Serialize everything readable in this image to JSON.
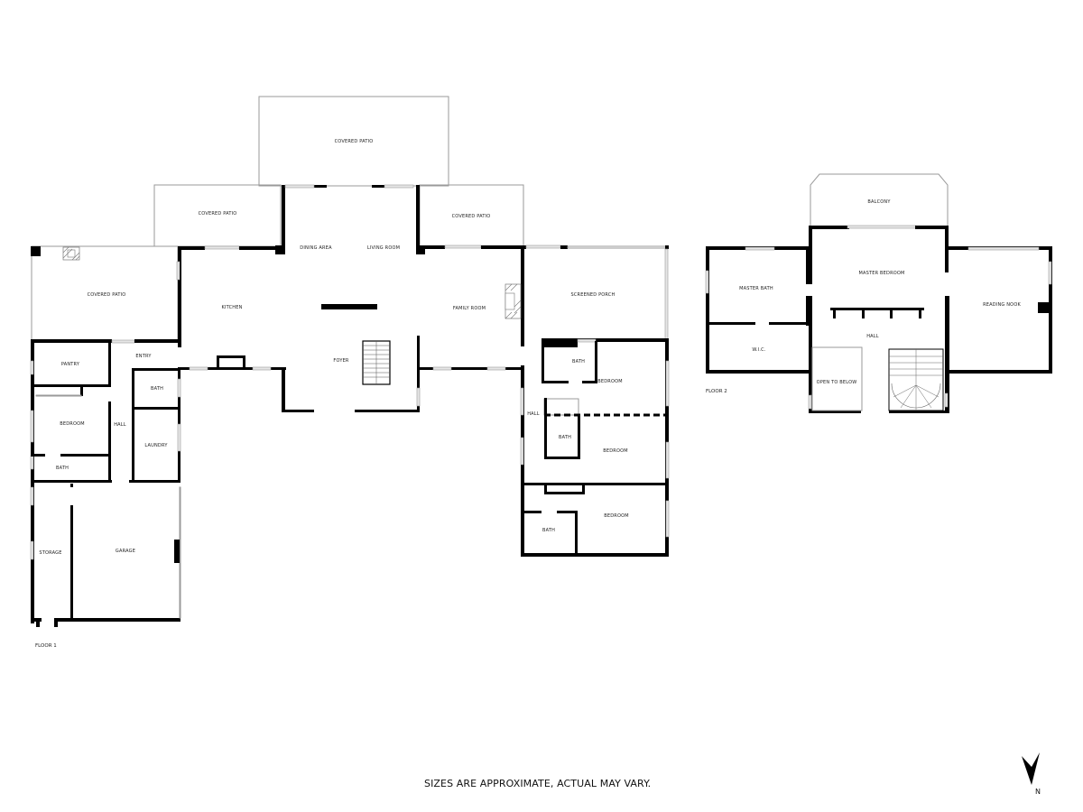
{
  "floor1": {
    "label": "FLOOR 1",
    "rooms": {
      "covered_patio_top": "COVERED PATIO",
      "covered_patio_left_mid": "COVERED PATIO",
      "covered_patio_right_mid": "COVERED PATIO",
      "covered_patio_west": "COVERED PATIO",
      "dining_area": "DINING AREA",
      "living_room": "LIVING ROOM",
      "kitchen": "KITCHEN",
      "family_room": "FAMILY ROOM",
      "foyer": "FOYER",
      "screened_porch": "SCREENED PORCH",
      "pantry": "PANTRY",
      "entry": "ENTRY",
      "bath_west": "BATH",
      "bedroom_west": "BEDROOM",
      "hall_west": "HALL",
      "laundry": "LAUNDRY",
      "bath_west_lower": "BATH",
      "storage": "STORAGE",
      "garage": "GARAGE",
      "bath_east_1": "BATH",
      "bedroom_east_1": "BEDROOM",
      "hall_east": "HALL",
      "bath_east_2": "BATH",
      "bedroom_east_2": "BEDROOM",
      "bath_east_3": "BATH",
      "bedroom_east_3": "BEDROOM"
    }
  },
  "floor2": {
    "label": "FLOOR 2",
    "rooms": {
      "balcony": "BALCONY",
      "master_bedroom": "MASTER BEDROOM",
      "master_bath": "MASTER BATH",
      "wic": "W.I.C.",
      "hall": "HALL",
      "open_to_below": "OPEN TO BELOW",
      "reading_nook": "READING NOOK"
    }
  },
  "footer": {
    "disclaimer": "SIZES ARE APPROXIMATE, ACTUAL MAY VARY.",
    "north_label": "N"
  }
}
